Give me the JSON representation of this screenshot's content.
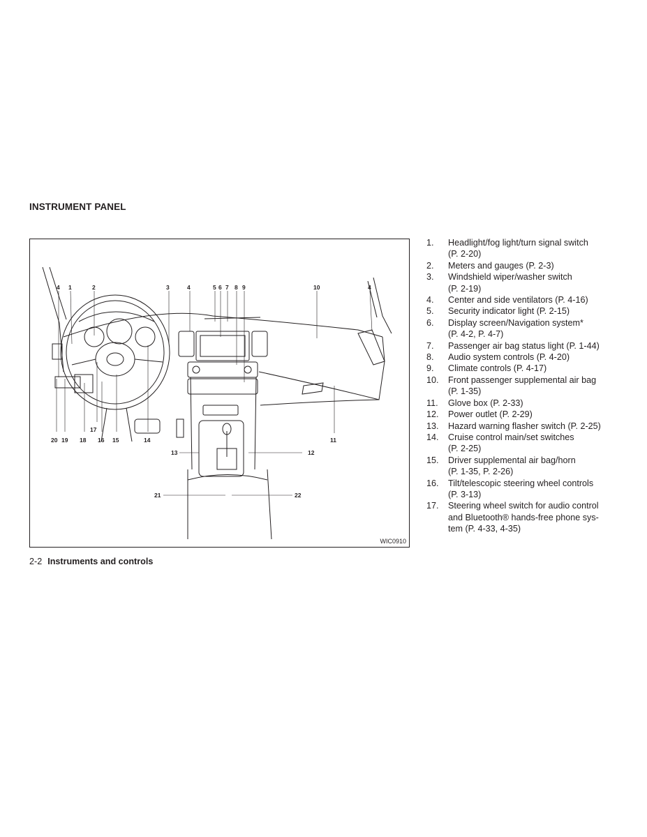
{
  "section_title": "INSTRUMENT PANEL",
  "figure": {
    "code": "WIC0910",
    "labels": {
      "l4a": "4",
      "l1": "1",
      "l2": "2",
      "l3": "3",
      "l4b": "4",
      "l5": "5",
      "l6": "6",
      "l7": "7",
      "l8": "8",
      "l9": "9",
      "l10": "10",
      "l4c": "4",
      "l11": "11",
      "l12": "12",
      "l13": "13",
      "l14": "14",
      "l15": "15",
      "l16": "16",
      "l17": "17",
      "l18": "18",
      "l19": "19",
      "l20": "20",
      "l21": "21",
      "l22": "22"
    }
  },
  "callouts": [
    {
      "num": "1.",
      "text": "Headlight/fog light/turn signal switch\n(P. 2-20)"
    },
    {
      "num": "2.",
      "text": "Meters and gauges (P. 2-3)"
    },
    {
      "num": "3.",
      "text": "Windshield wiper/washer switch\n(P. 2-19)"
    },
    {
      "num": "4.",
      "text": "Center and side ventilators (P. 4-16)"
    },
    {
      "num": "5.",
      "text": "Security indicator light (P. 2-15)"
    },
    {
      "num": "6.",
      "text": "Display screen/Navigation system*\n(P. 4-2, P. 4-7)"
    },
    {
      "num": "7.",
      "text": "Passenger air bag status light (P. 1-44)"
    },
    {
      "num": "8.",
      "text": "Audio system controls (P. 4-20)"
    },
    {
      "num": "9.",
      "text": "Climate controls (P. 4-17)"
    },
    {
      "num": "10.",
      "text": "Front passenger supplemental air bag\n(P. 1-35)"
    },
    {
      "num": "11.",
      "text": "Glove box (P. 2-33)"
    },
    {
      "num": "12.",
      "text": "Power outlet (P. 2-29)"
    },
    {
      "num": "13.",
      "text": "Hazard warning flasher switch (P. 2-25)"
    },
    {
      "num": "14.",
      "text": "Cruise control main/set switches\n(P. 2-25)"
    },
    {
      "num": "15.",
      "text": "Driver supplemental air bag/horn\n(P. 1-35, P. 2-26)"
    },
    {
      "num": "16.",
      "text": "Tilt/telescopic steering wheel controls\n(P. 3-13)"
    },
    {
      "num": "17.",
      "text": "Steering wheel switch for audio control\nand Bluetooth® hands-free phone sys-\ntem (P. 4-33, 4-35)"
    }
  ],
  "footer": {
    "page": "2-2",
    "chapter": "Instruments and controls"
  }
}
